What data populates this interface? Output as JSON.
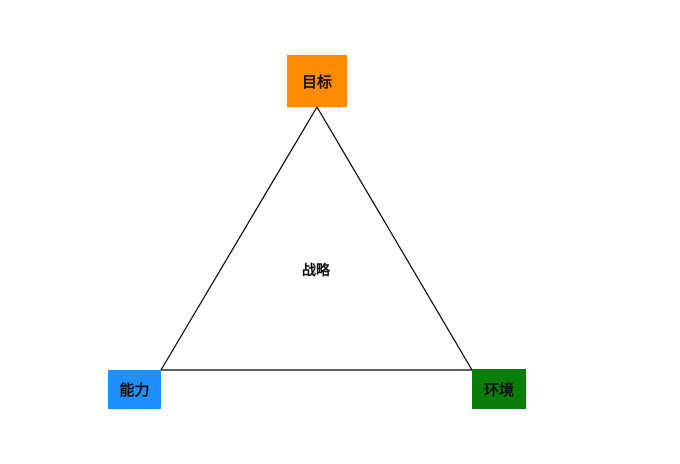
{
  "diagram": {
    "center_label": "战略",
    "nodes": {
      "top": {
        "label": "目标",
        "color": "#ff8c00"
      },
      "left": {
        "label": "能力",
        "color": "#1e90ff"
      },
      "right": {
        "label": "环境",
        "color": "#0a7d0a"
      }
    },
    "edge_color": "#000000"
  }
}
